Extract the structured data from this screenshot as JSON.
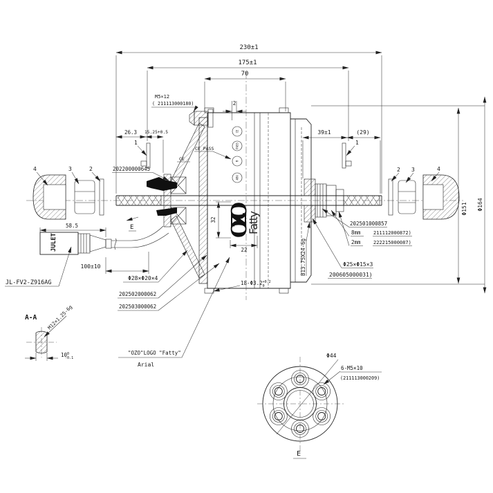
{
  "drawing": {
    "top": {
      "overall": "230±1",
      "mid": "175±1",
      "inner": "70",
      "gap": "2"
    },
    "left_dims": {
      "a": "26.3",
      "b": "15.25+0.5"
    },
    "right_dims": {
      "a": "39±1",
      "b": "(29)"
    },
    "balloons": {
      "left": [
        "4",
        "3",
        "2"
      ],
      "right": [
        "2",
        "3",
        "4"
      ],
      "clip_left": "1",
      "clip_right": "1"
    },
    "screw": {
      "label": "M5×12",
      "pn": "( 211113000180)"
    },
    "pns": {
      "seal_left": "202200000645"
    },
    "marks": {
      "ce_pass": "CE PASS",
      "ce": "CE",
      "stamps": [
        "CE",
        "PASS",
        "R",
        "48V"
      ]
    },
    "logo": {
      "ozo": "OZO",
      "fatty": "Fatty",
      "h": "32",
      "w": "22"
    },
    "stack": {
      "pn1": "202501000857",
      "s8": "8mm",
      "pn8": "211112000872)",
      "s2": "2mm",
      "pn2": "222215000087)",
      "freewheel": "B13.75X24-6g",
      "seal": "Φ25×Φ15×3",
      "seal_pn": "200605000031)"
    },
    "phi": {
      "inner": "Φ151",
      "outer": "Φ164"
    },
    "bottom": {
      "spacer": "Φ28×Φ20×4",
      "pn_a": "202502000062",
      "pn_b": "202503000062",
      "holes": "18-Φ3.2",
      "holes_sup": "+0.2",
      "holes_sub": "0",
      "logo_note": "\"OZO\"LOGO \"Fatty\"",
      "logo_font": "Arial"
    },
    "conn": {
      "dim": "58.5",
      "cable": "100±10",
      "brand": "JULET",
      "model": "JL-FV2-Z916AG"
    },
    "sec": {
      "title": "A-A",
      "thread": "M12×1.25-6g",
      "width": "10",
      "sup": "0",
      "sub": "-0.1"
    },
    "ev": {
      "label": "E"
    },
    "fl": {
      "dia": "Φ44",
      "bolts": "6-M5×10",
      "pn": "(211113000209)",
      "label": "E"
    }
  }
}
